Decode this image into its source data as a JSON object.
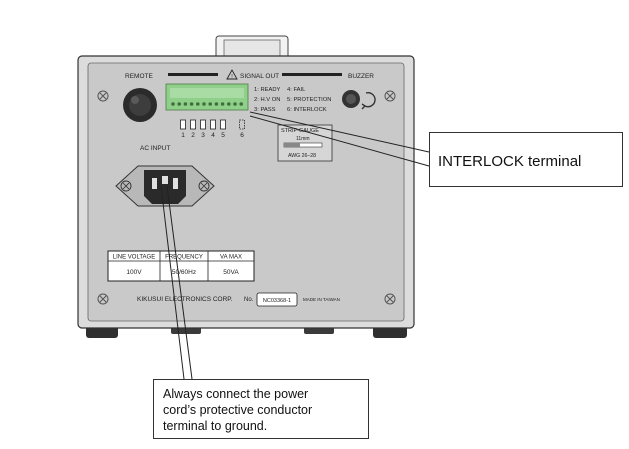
{
  "panel": {
    "remote_label": "REMOTE",
    "signal_out_label": "SIGNAL OUT",
    "buzzer_label": "BUZZER",
    "terminal_legend": [
      "1: READY",
      "2: H.V ON",
      "3: PASS",
      "4: FAIL",
      "5: PROTECTION",
      "6: INTERLOCK"
    ],
    "pin_numbers": [
      "1",
      "2",
      "3",
      "4",
      "5",
      "6"
    ],
    "strip_gauge": {
      "title": "STRIP-GAUGE",
      "length": "11mm",
      "awg": "AWG 26–28"
    },
    "ac_input_label": "AC INPUT",
    "rating_table": {
      "headers": [
        "LINE VOLTAGE",
        "FREQUENCY",
        "VA MAX"
      ],
      "values": [
        "100V",
        "50/60Hz",
        "50VA"
      ]
    },
    "manufacturer": "KIKUSUI ELECTRONICS CORP.",
    "serial_prefix": "No.",
    "serial_number": "NC03368-1",
    "made_in": "MADE IN TAIWAN"
  },
  "callouts": {
    "interlock": "INTERLOCK terminal",
    "ground": [
      "Always connect the power",
      "cord’s protective conductor",
      "terminal to ground."
    ]
  }
}
